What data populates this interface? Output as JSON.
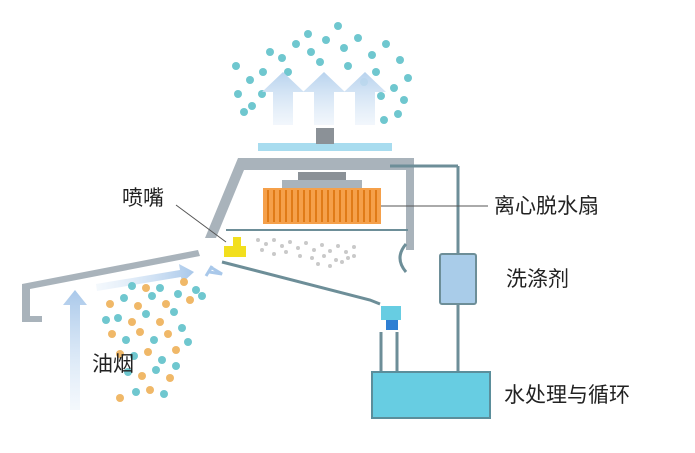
{
  "labels": {
    "nozzle": "喷嘴",
    "oil_smoke": "油烟",
    "centrifugal_fan": "离心脱水扇",
    "detergent": "洗涤剂",
    "water_treatment": "水处理与循环"
  },
  "colors": {
    "housing": "#a9b3bb",
    "hood_plate": "#9fa6ad",
    "pipe": "#6d8e98",
    "fan_orange": "#f5a04a",
    "fan_stripe": "#e07b17",
    "nozzle_yellow": "#f2df1e",
    "detergent_box": "#a9cce9",
    "water_tank": "#67cde2",
    "valve_blue": "#2f7fd3",
    "droplet_teal": "#6fc7cf",
    "droplet_orange": "#f0b868",
    "arrow_blue": "#cfe2f4"
  },
  "icons": [
    "up-arrow-icon",
    "droplet-icon",
    "spray-dot-icon"
  ]
}
